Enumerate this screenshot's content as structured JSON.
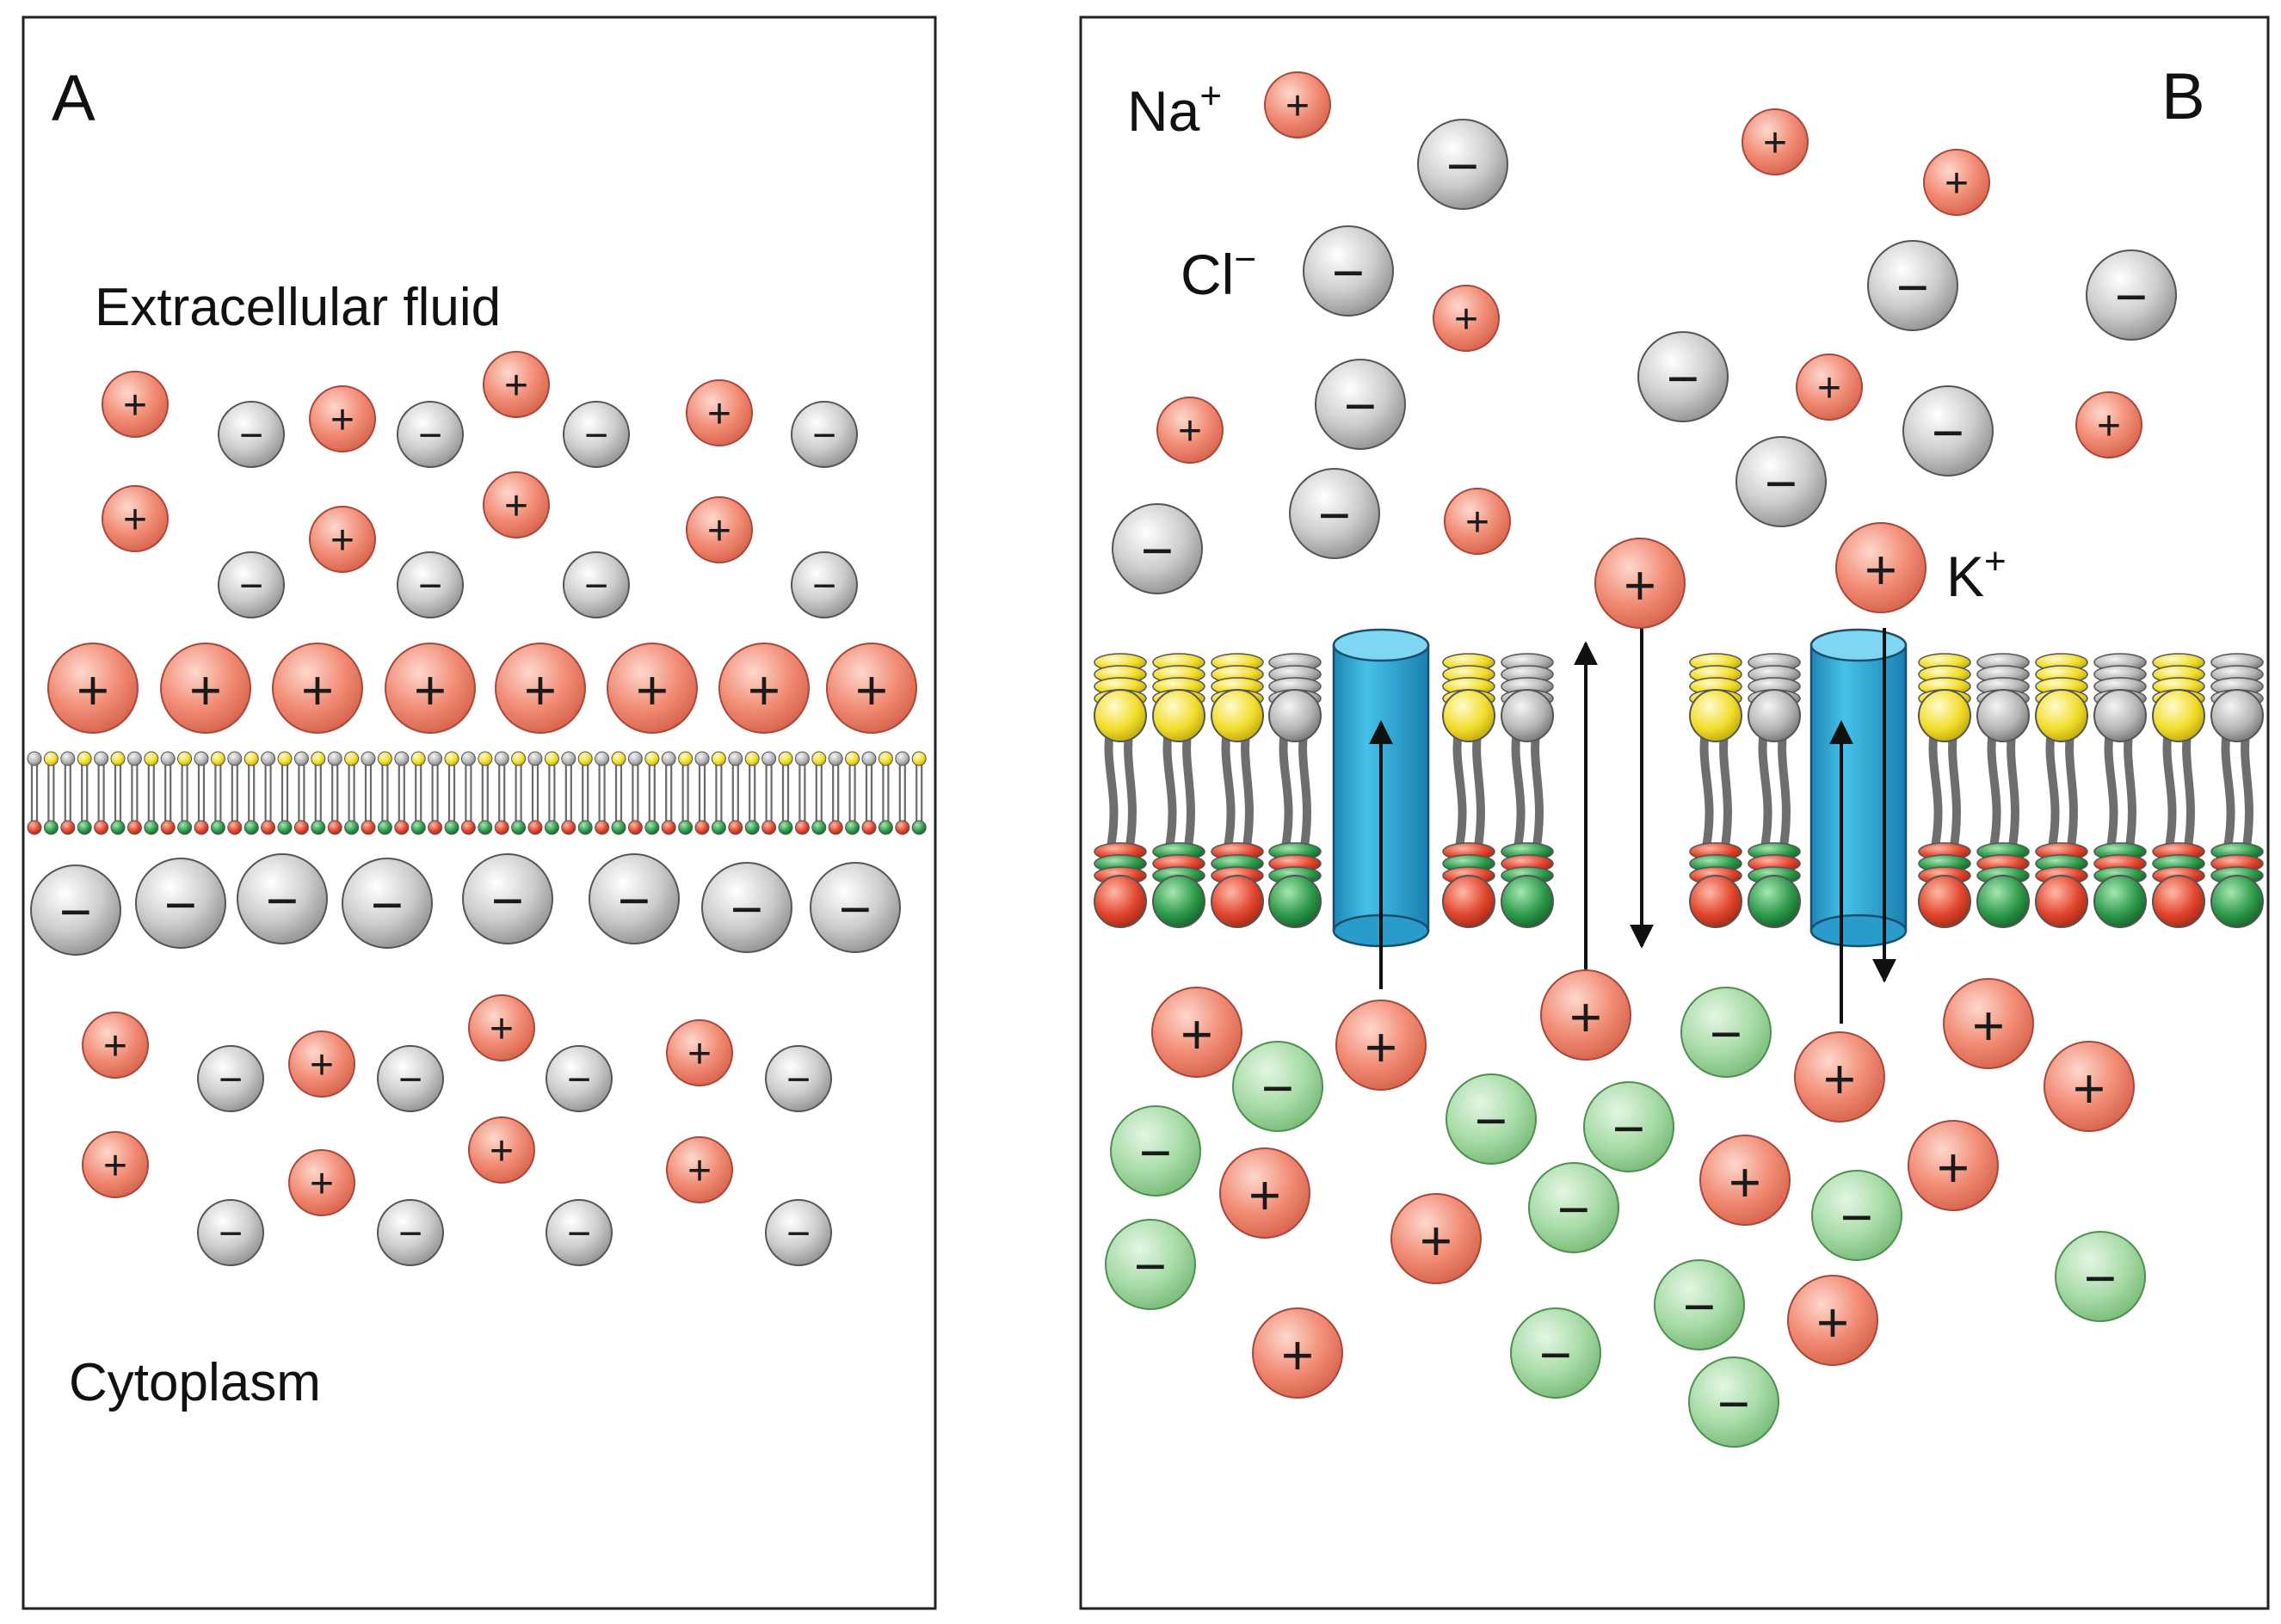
{
  "panel_a": {
    "letter": "A",
    "extracellular_label": "Extracellular fluid",
    "cytoplasm_label": "Cytoplasm"
  },
  "panel_b": {
    "letter": "B",
    "na_label": "Na",
    "na_charge": "+",
    "cl_label": "Cl",
    "cl_charge": "−",
    "k_label": "K",
    "k_charge": "+"
  },
  "symbols": {
    "plus": "+",
    "minus": "−"
  },
  "colors": {
    "cation": "#f08a74",
    "anion_extracellular": "#c9c9c9",
    "anion_cytoplasm": "#a6dba6",
    "channel": "#2aa8d8",
    "head_yellow": "#f3df2f",
    "head_gray": "#b9b9b9",
    "head_red": "#e34b33",
    "head_green": "#2e9b4b",
    "panel_border": "#222222"
  }
}
